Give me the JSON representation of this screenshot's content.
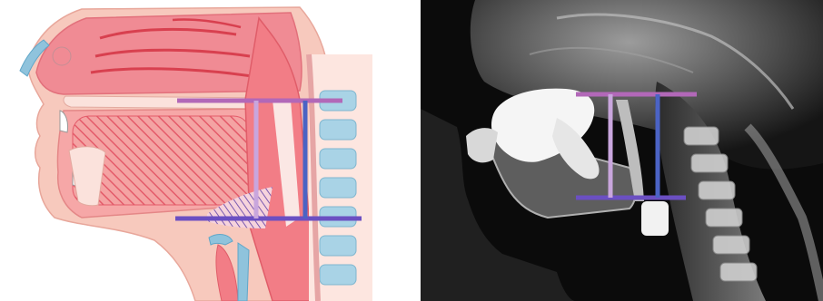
{
  "figure": {
    "panels": [
      {
        "id": "illustration",
        "kind": "anatomical-diagram",
        "description_free": true
      },
      {
        "id": "radiograph",
        "kind": "lateral-xray"
      }
    ],
    "measurement_lines": {
      "colors": {
        "top_bar": "#b268b8",
        "bottom_bar": "#6b4fc2",
        "left_vertical": "#c9a6dd",
        "right_vertical": "#4b63c4"
      }
    },
    "palette": {
      "soft_tissue": "#f7c9bd",
      "muscle": "#ee8f8f",
      "muscle_dark": "#e06a73",
      "tongue_hatch": "#e45b6a",
      "bone_blue": "#8fc3dc",
      "vertebra": "#a9d3e6",
      "xray_bg": "#0b0b0b",
      "xray_bone": "#e8e8e8",
      "contrast_white": "#ffffff"
    },
    "icons": [
      "face-profile-illustration",
      "xray-image"
    ]
  }
}
